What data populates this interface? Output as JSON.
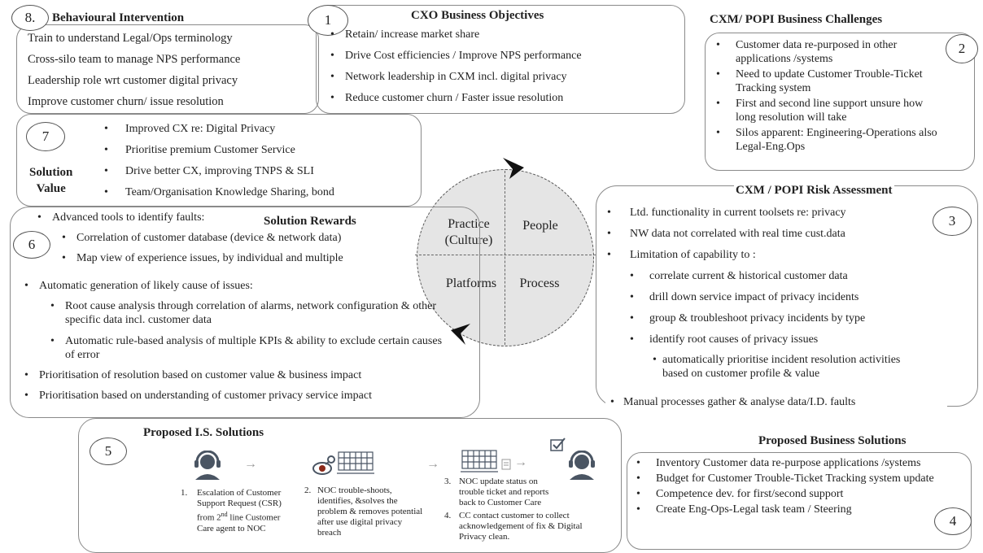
{
  "behavioural": {
    "num": "8.",
    "title": "Behavioural Intervention",
    "items": [
      "Train to understand Legal/Ops terminology",
      "Cross-silo team to manage NPS performance",
      "Leadership role wrt customer digital privacy",
      "Improve customer churn/ issue resolution"
    ]
  },
  "cxo": {
    "num": "1",
    "title": "CXO Business Objectives",
    "items": [
      "Retain/ increase market share",
      "Drive Cost efficiencies / Improve NPS performance",
      "Network leadership in CXM incl. digital privacy",
      "Reduce customer churn / Faster issue resolution"
    ]
  },
  "challenges": {
    "num": "2",
    "title": "CXM/ POPI Business Challenges",
    "items": [
      "Customer data re-purposed in other applications /systems",
      "Need to update Customer Trouble-Ticket Tracking system",
      "First and second line support unsure how long resolution will take",
      "Silos apparent: Engineering-Operations also Legal-Eng.Ops"
    ]
  },
  "solution_value": {
    "num": "7",
    "label_line1": "Solution",
    "label_line2": "Value",
    "items": [
      "Improved CX re: Digital Privacy",
      "Prioritise premium Customer Service",
      "Drive better CX, improving TNPS & SLI",
      "Team/Organisation Knowledge Sharing, bond"
    ]
  },
  "quadrants": {
    "practice": "Practice\n(Culture)",
    "people": "People",
    "platforms": "Platforms",
    "process": "Process"
  },
  "risk": {
    "num": "3",
    "title": "CXM / POPI Risk Assessment",
    "items": [
      "Ltd. functionality in current toolsets re: privacy",
      "NW data not correlated with real time cust.data",
      "Limitation of capability to :"
    ],
    "sub_items": [
      "correlate current & historical customer data",
      "drill down service impact of privacy incidents",
      "group & troubleshoot privacy incidents by type",
      "identify root causes of privacy issues"
    ],
    "sub2_item": "automatically prioritise incident resolution activities based on customer profile & value",
    "last_item": "Manual processes gather & analyse data/I.D. faults"
  },
  "rewards": {
    "num": "6",
    "title": "Solution Rewards",
    "item1": "Advanced tools to identify faults:",
    "item1_subs": [
      "Correlation of customer database (device & network data)",
      "Map view of experience issues, by individual and multiple"
    ],
    "item2": "Automatic generation of likely cause of issues:",
    "item2_subs": [
      "Root cause analysis through correlation of alarms, network configuration & other specific data incl. customer data",
      "Automatic rule-based analysis of multiple KPIs & ability to exclude certain causes of error"
    ],
    "item3": "Prioritisation of resolution based on customer value & business impact",
    "item4": "Prioritisation based on understanding of customer privacy service impact"
  },
  "is_solutions": {
    "num": "5",
    "title": "Proposed I.S. Solutions",
    "step1_num": "1.",
    "step1": "Escalation of Customer Support Request (CSR) from 2",
    "step1_sup": "nd",
    "step1_rest": " line Customer Care agent to NOC",
    "step2_num": "2.",
    "step2": "NOC trouble-shoots, identifies, &solves the problem & removes potential after use digital privacy breach",
    "step3_num": "3.",
    "step3": "NOC update status on trouble ticket and reports back to Customer Care",
    "step4_num": "4.",
    "step4": "CC contact customer to collect acknowledgement of fix & Digital Privacy clean.",
    "arrow": "→"
  },
  "business_solutions": {
    "num": "4",
    "title": "Proposed Business Solutions",
    "items": [
      "Inventory Customer data re-purpose applications /systems",
      "Budget for Customer Trouble-Ticket Tracking system update",
      "Competence dev. for first/second support",
      "Create Eng-Ops-Legal task team / Steering"
    ]
  },
  "colors": {
    "border": "#8a8a8a",
    "circle_fill": "#e5e5e5",
    "icon": "#4a5563"
  }
}
